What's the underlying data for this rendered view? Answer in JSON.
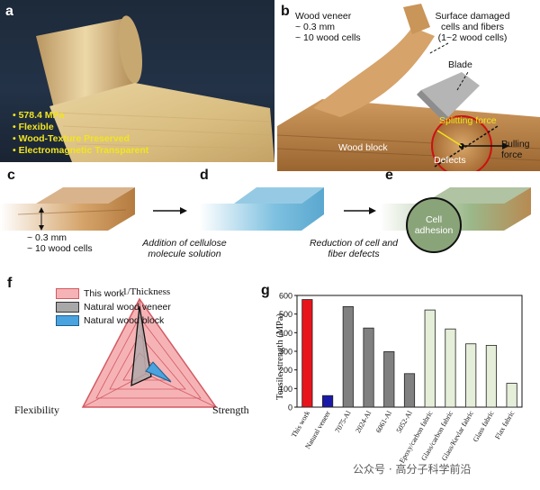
{
  "panel_a": {
    "label": "a",
    "bullets": [
      "• 578.4 MPa",
      "• Flexible",
      "• Wood-Texture Preserved",
      "• Electromagnetic Transparent"
    ]
  },
  "panel_b": {
    "label": "b",
    "veneer_lines": [
      "Wood veneer",
      "~ 0.3 mm",
      "~ 10 wood cells"
    ],
    "damaged_lines": [
      "Surface damaged",
      "cells and fibers",
      "(1~2 wood cells)"
    ],
    "blade": "Blade",
    "splitting_force": "Splitting force",
    "pulling_force_lines": [
      "Pulling",
      "force"
    ],
    "wood_block": "Wood block",
    "defects": "Defects"
  },
  "panel_c": {
    "label": "c",
    "thickness_lines": [
      "~ 0.3 mm",
      "~ 10 wood cells"
    ]
  },
  "panel_d": {
    "label": "d",
    "caption_lines": [
      "Addition of cellulose",
      "molecule solution"
    ]
  },
  "panel_e": {
    "label": "e",
    "caption_lines": [
      "Reduction of cell and",
      "fiber defects"
    ],
    "circle_lines": [
      "Cell",
      "adhesion"
    ]
  },
  "panel_f": {
    "label": "f",
    "legend": [
      "This work",
      "Natural wood veneer",
      "Natural wood block"
    ],
    "axes": [
      "1/Thickness",
      "Flexibility",
      "Strength"
    ],
    "colors": {
      "this_work": "#f4a9ad",
      "veneer": "#a8a8a8",
      "block": "#4aa3df"
    }
  },
  "panel_g": {
    "label": "g",
    "colors": {
      "this_work": "#e8141c",
      "natural_veneer": "#1a1aa8",
      "aluminum": "#808080",
      "fabric": "#e4eed8"
    }
  },
  "chart_data": {
    "type": "bar",
    "categories": [
      "This work",
      "Natural veneer",
      "7075-Al",
      "2024-Al",
      "6061-Al",
      "5052-Al",
      "Epoxy/carbon fabric",
      "Glass/carbon fabric",
      "Glass/Kevlar fabric",
      "Glass fabric",
      "Flax fabric"
    ],
    "values": [
      578,
      62,
      540,
      425,
      298,
      180,
      522,
      420,
      340,
      332,
      128
    ],
    "ylabel": "Tensile strength (MPa)",
    "ylim": [
      0,
      600
    ],
    "yticks": [
      "0",
      "100",
      "200",
      "300",
      "400",
      "500",
      "600"
    ]
  },
  "watermark": "公众号 · 高分子科学前沿"
}
